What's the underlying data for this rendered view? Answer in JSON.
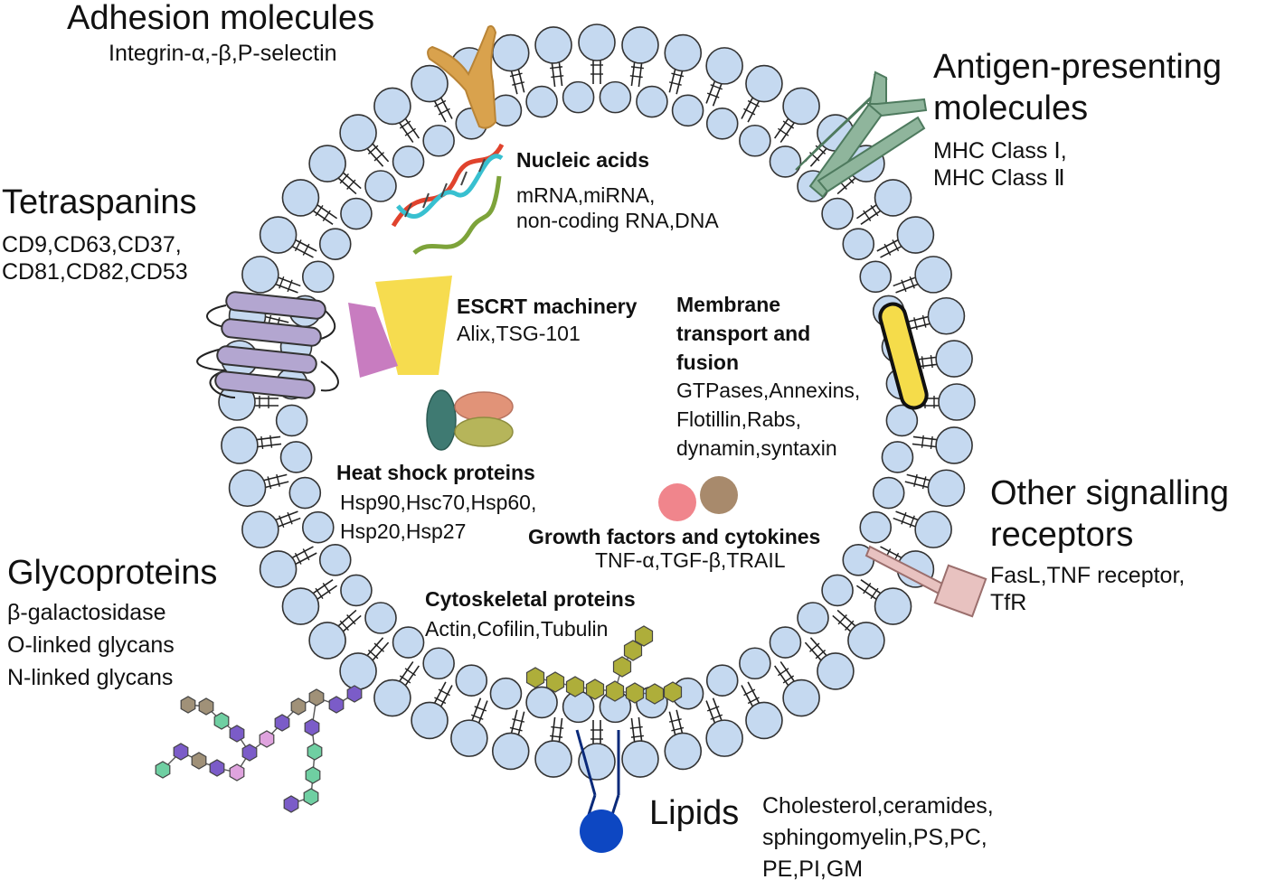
{
  "adhesion": {
    "title": "Adhesion molecules",
    "detail": "Integrin-α,-β,P-selectin"
  },
  "antigen": {
    "title_line1": "Antigen-presenting",
    "title_line2": "molecules",
    "detail_line1": "MHC Class Ⅰ,",
    "detail_line2": "MHC Class Ⅱ"
  },
  "tetraspanins": {
    "title": "Tetraspanins",
    "detail_line1": "CD9,CD63,CD37,",
    "detail_line2": "CD81,CD82,CD53"
  },
  "nucleic": {
    "title": "Nucleic acids",
    "detail_line1": "mRNA,miRNA,",
    "detail_line2": "non-coding RNA,DNA"
  },
  "escrt": {
    "title": "ESCRT machinery",
    "detail": "Alix,TSG-101"
  },
  "membrane": {
    "title_line1": "Membrane",
    "title_line2": "transport and",
    "title_line3": "fusion",
    "detail_line1": "GTPases,Annexins,",
    "detail_line2": "Flotillin,Rabs,",
    "detail_line3": "dynamin,syntaxin"
  },
  "heatshock": {
    "title": "Heat shock proteins",
    "detail_line1": "Hsp90,Hsc70,Hsp60,",
    "detail_line2": "Hsp20,Hsp27"
  },
  "growth": {
    "title": "Growth factors and cytokines",
    "detail": "TNF-α,TGF-β,TRAIL"
  },
  "cytoskeletal": {
    "title": "Cytoskeletal proteins",
    "detail": "Actin,Cofilin,Tubulin"
  },
  "other": {
    "title_line1": "Other signalling",
    "title_line2": "receptors",
    "detail_line1": "FasL,TNF receptor,",
    "detail_line2": "TfR"
  },
  "glyco": {
    "title": "Glycoproteins",
    "detail_line1": "β-galactosidase",
    "detail_line2": "O-linked glycans",
    "detail_line3": "N-linked glycans"
  },
  "lipids": {
    "title": "Lipids",
    "detail_line1": "Cholesterol,ceramides,",
    "detail_line2": "sphingomyelin,PS,PC,",
    "detail_line3": "PE,PI,GM"
  },
  "colors": {
    "lipid_head": "#c5d9f0",
    "adhesion": "#d9a24d",
    "mhc": "#8fb59c",
    "tetraspanin": "#b3a6d0",
    "escrt_yellow": "#f6dc4f",
    "escrt_pink": "#c87cc0",
    "hsp_teal": "#3f7a72",
    "hsp_salmon": "#e19378",
    "hsp_olive": "#b6b55a",
    "transport": "#f5dc4a",
    "receptor": "#e8c2c0",
    "lipid_probe": "#0d47c2",
    "actin": "#aeae3a",
    "gf_pink": "#f0858c",
    "gf_brown": "#a88a6c",
    "dna_red": "#e0432d",
    "dna_cyan": "#38c0d0",
    "rna_green": "#7da33a"
  }
}
